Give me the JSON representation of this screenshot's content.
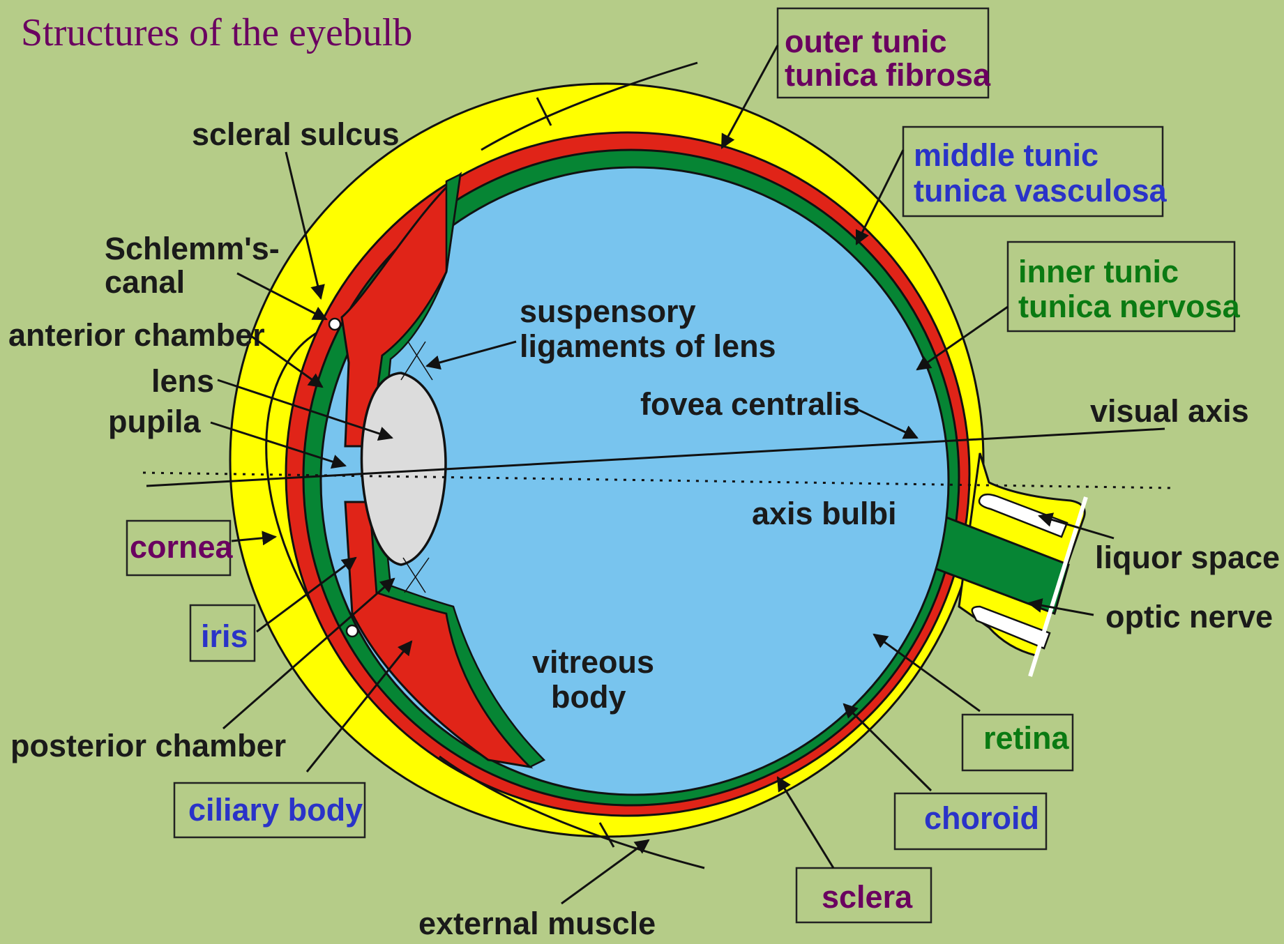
{
  "title": "Structures of the eyebulb",
  "colors": {
    "background": "#b5cc88",
    "sclera": "#ffff00",
    "choroid": "#e02418",
    "retina": "#068534",
    "vitreous": "#78c4ee",
    "lens": "#dcdcdc",
    "purple_label": "#6a0060",
    "blue_label": "#2a33c8",
    "green_label": "#0a7a12",
    "black_label": "#1a1a1a"
  },
  "labels": {
    "scleral_sulcus": "scleral sulcus",
    "schlemm_1": "Schlemm's-",
    "schlemm_2": "canal",
    "anterior_chamber": "anterior chamber",
    "lens": "lens",
    "pupila": "pupila",
    "suspensory_1": "suspensory",
    "suspensory_2": "ligaments of lens",
    "fovea_centralis": "fovea centralis",
    "visual_axis": "visual axis",
    "axis_bulbi": "axis bulbi",
    "liquor_space": "liquor space",
    "optic_nerve": "optic nerve",
    "vitreous_1": "vitreous",
    "vitreous_2": "body",
    "posterior_chamber": "posterior chamber",
    "external_muscle": "external muscle"
  },
  "boxed_labels": {
    "outer_tunic_1": "outer tunic",
    "outer_tunic_2": "tunica fibrosa",
    "middle_tunic_1": "middle tunic",
    "middle_tunic_2": "tunica vasculosa",
    "inner_tunic_1": "inner tunic",
    "inner_tunic_2": "tunica nervosa",
    "cornea": "cornea",
    "iris": "iris",
    "ciliary_body": "ciliary body",
    "retina": "retina",
    "choroid": "choroid",
    "sclera": "sclera"
  }
}
